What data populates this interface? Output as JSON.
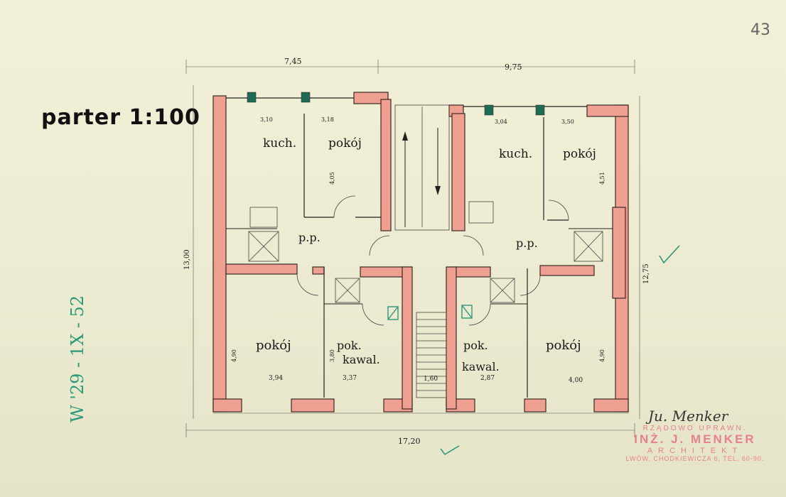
{
  "title": "parter 1:100",
  "page_number": "43",
  "rooms": {
    "kitchen_left": "kuch.",
    "room_top_left": "pokój",
    "kitchen_right": "kuch.",
    "room_top_right": "pokój",
    "hall_left": "p.p.",
    "hall_right": "p.p.",
    "room_bottom_left": "pokój",
    "bachelor_left_1": "pok.",
    "bachelor_left_2": "kawal.",
    "bachelor_right_1": "pok.",
    "bachelor_right_2": "kawal.",
    "room_bottom_right": "pokój"
  },
  "dimensions": {
    "top_left": "7,45",
    "top_right": "9,75",
    "total_width": "17,20",
    "left_height": "13,00",
    "right_height": "12,75",
    "kitchen_left_w": "3,10",
    "room_left_w": "3,18",
    "kitchen_right_w": "3,04",
    "room_right_w": "3,50",
    "room_left_h": "4,05",
    "room_right_h": "4,51",
    "bottom_left_w": "3,94",
    "bachelor_left_w": "3,37",
    "stair_w": "1,60",
    "bachelor_right_w": "2,87",
    "bottom_right_w": "4,00",
    "bottom_left_h": "4,90",
    "bachelor_left_h": "3,80",
    "bottom_right_h": "4,90"
  },
  "handwritten_note": "W '29 - 1X - 52",
  "signature": "Ju. Menker",
  "stamp": {
    "line1": "RZĄDOWO UPRAWN.",
    "line2": "INŻ. J. MENKER",
    "line3": "ARCHITEKT",
    "line4": "LWÓW, CHODKIEWICZA 6, TEL. 60-90."
  }
}
